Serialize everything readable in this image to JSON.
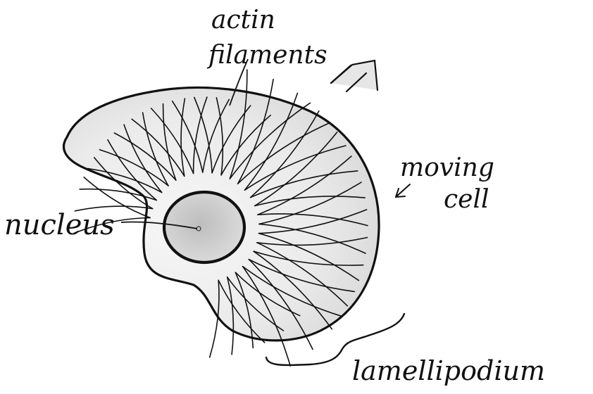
{
  "diagram": {
    "labels": {
      "actin": [
        "actin",
        "filaments"
      ],
      "nucleus": "nucleus",
      "moving_cell": [
        "moving",
        "cell"
      ],
      "lamellipodium": "lamellipodium"
    },
    "colors": {
      "ink": "#111111",
      "cell_shading": "#dedede",
      "nucleus_fill": "#c9c9c9",
      "background": "#ffffff"
    },
    "icons": {
      "direction": "arrow-up-right-icon"
    }
  }
}
